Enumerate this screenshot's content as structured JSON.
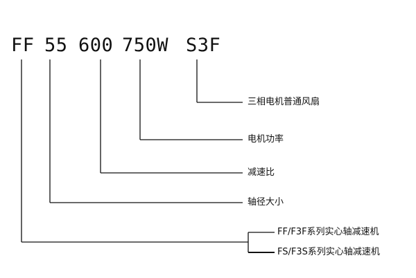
{
  "model_code": {
    "series": "FF",
    "shaft_size": "55",
    "ratio": "600",
    "power": "750W",
    "motor_type": "S3F"
  },
  "labels": {
    "motor_type": "三相电机普通风扇",
    "power": "电机功率",
    "ratio": "减速比",
    "shaft_size": "轴径大小",
    "series_ff": "FF/F3F系列实心轴减速机",
    "series_fs": "FS/F3S系列实心轴减速机"
  }
}
